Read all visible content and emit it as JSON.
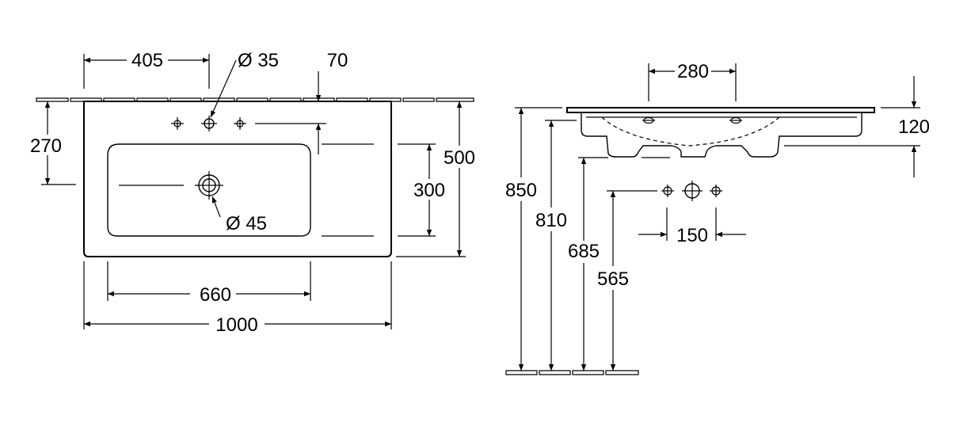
{
  "plan_view": {
    "dim_405": "405",
    "dim_dia35": "Ø 35",
    "dim_70": "70",
    "dim_270": "270",
    "dim_500": "500",
    "dim_300": "300",
    "dim_dia45": "Ø 45",
    "dim_660": "660",
    "dim_1000": "1000"
  },
  "side_view": {
    "dim_280": "280",
    "dim_120": "120",
    "dim_850": "850",
    "dim_810": "810",
    "dim_685": "685",
    "dim_565": "565",
    "dim_150": "150"
  }
}
